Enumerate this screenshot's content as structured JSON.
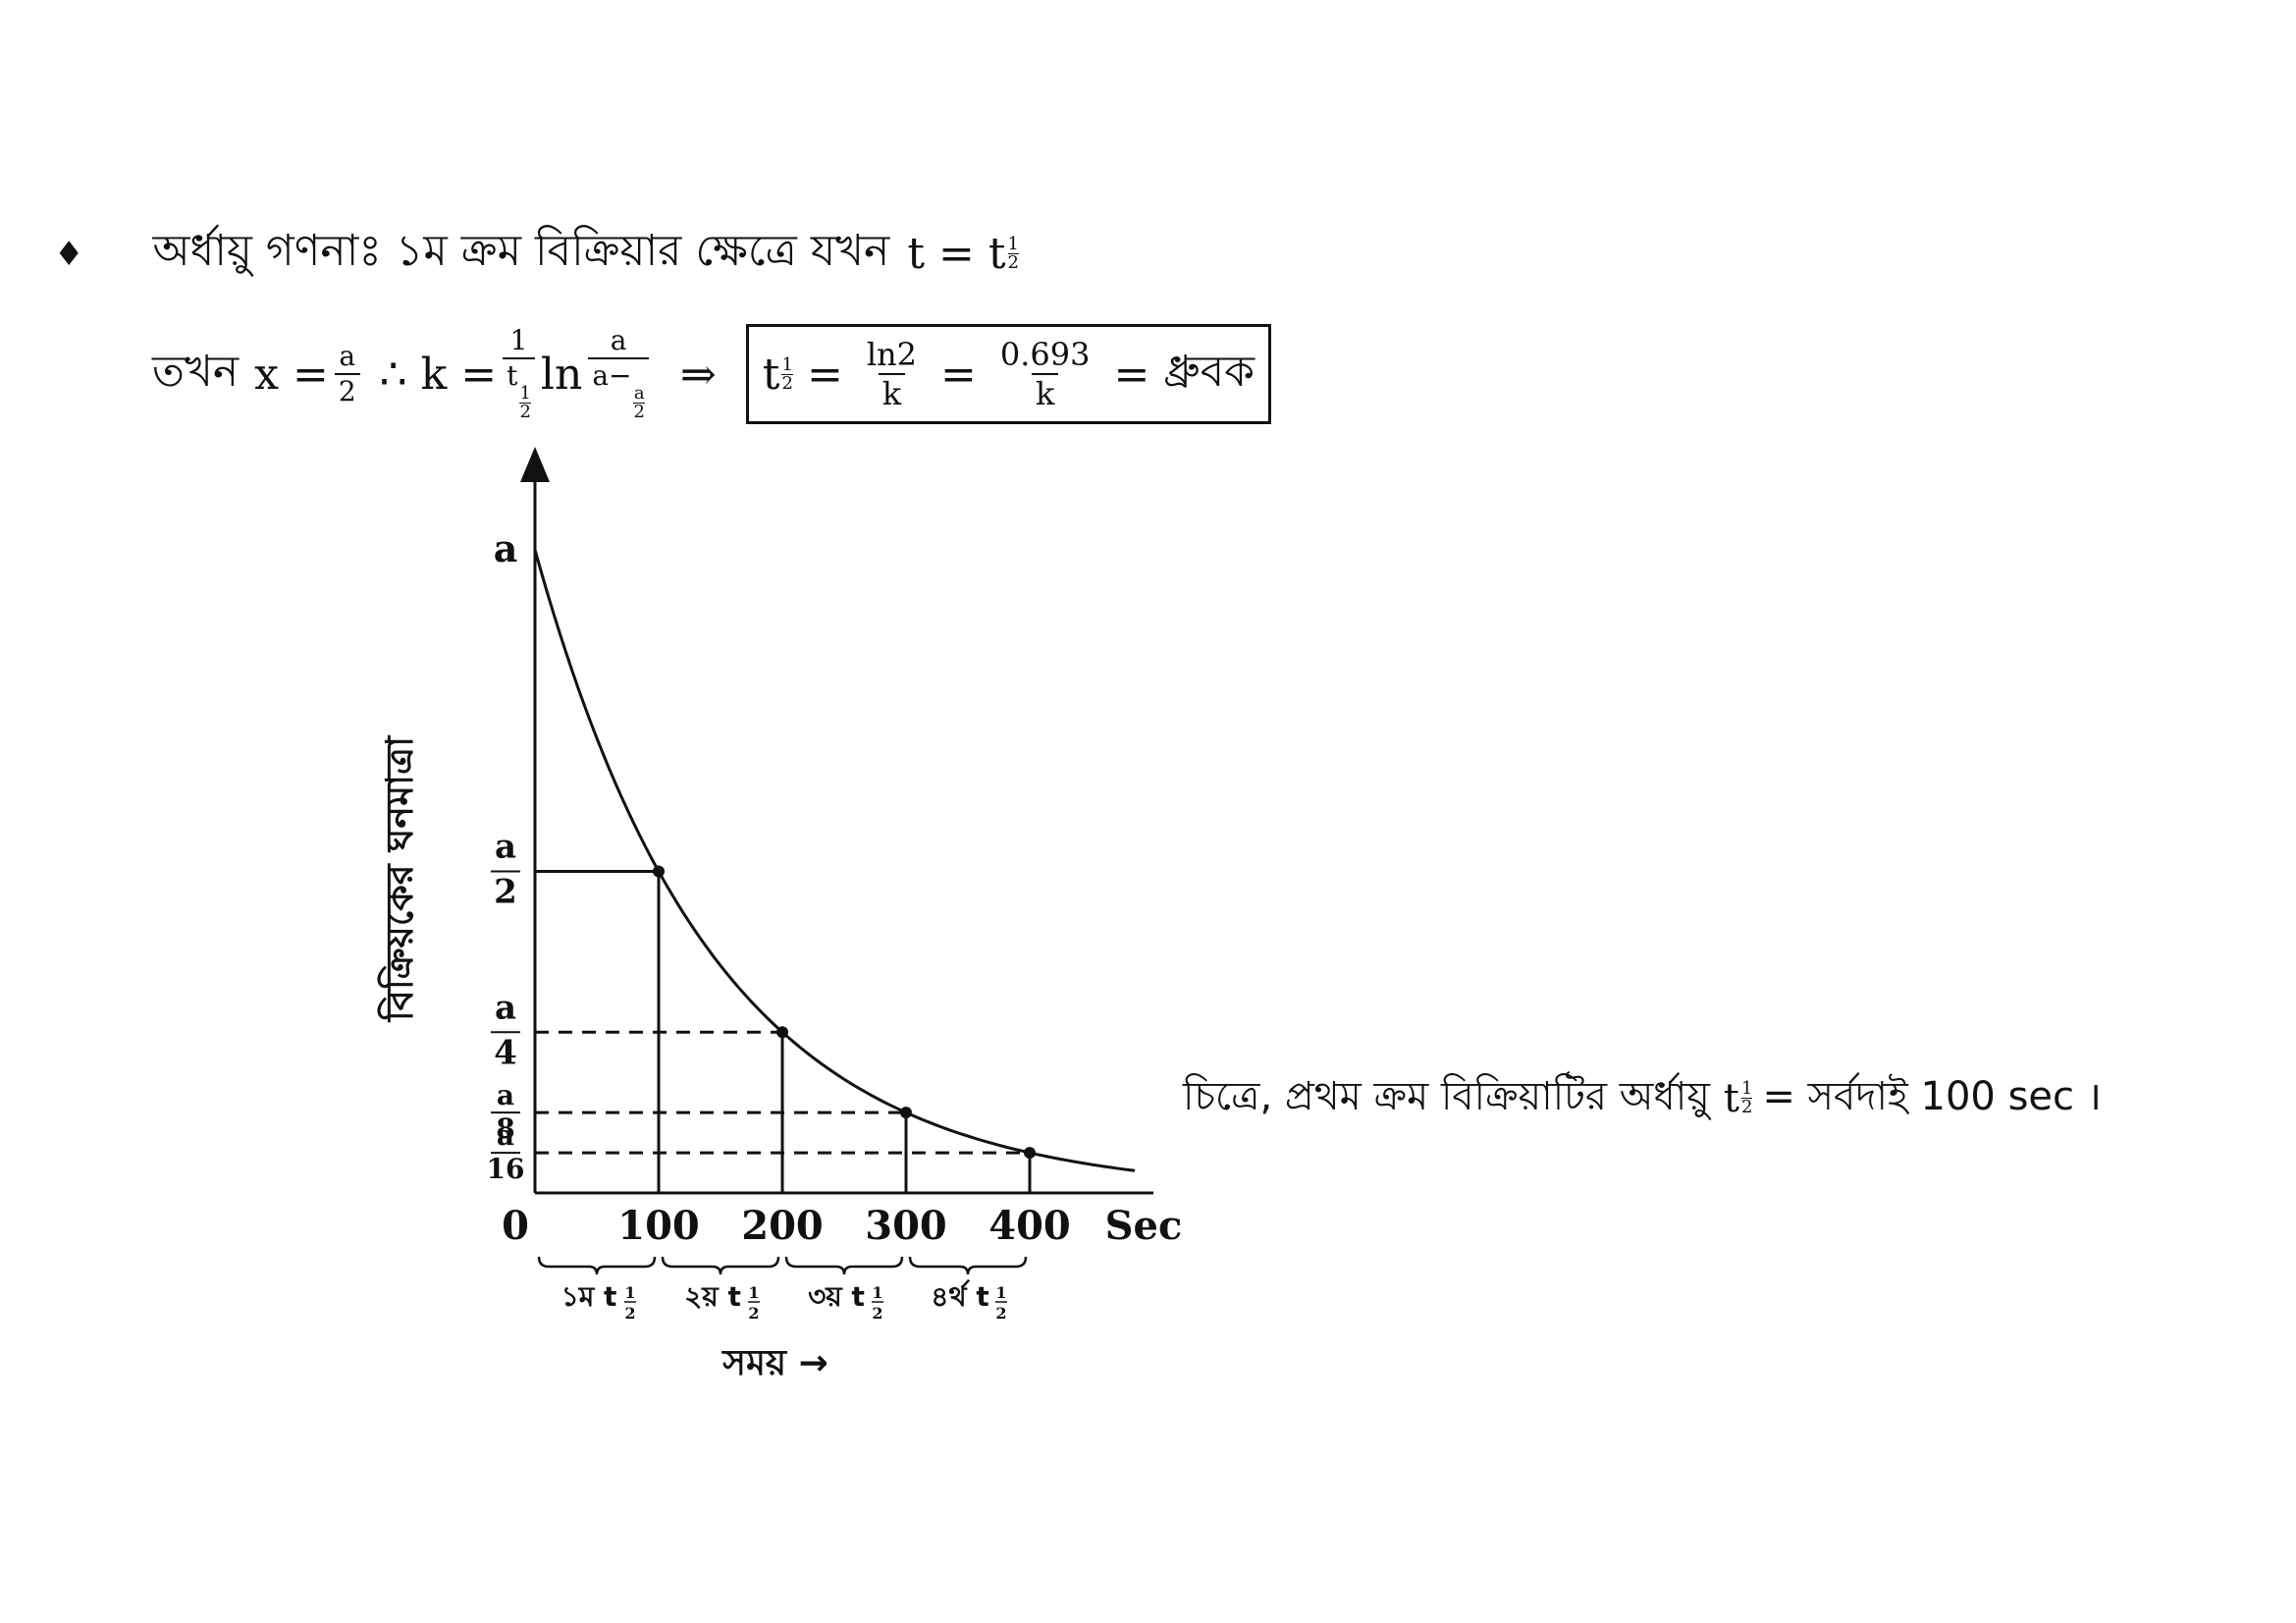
{
  "line1": {
    "bullet": "♦",
    "text": "অর্ধায়ু গণনাঃ ১ম ক্রম বিক্রিয়ার ক্ষেত্রে যখন",
    "t_eq": "t = t"
  },
  "line2": {
    "then": "তখন",
    "x_eq": "x =",
    "a": "a",
    "two": "2",
    "therefore_k": "∴ k =",
    "one": "1",
    "t": "t",
    "ln": "ln",
    "a_minus": "a−",
    "implies": "⇒"
  },
  "formula": {
    "t": "t",
    "half_num": "1",
    "half_den": "2",
    "eq": "=",
    "ln2": "ln2",
    "k": "k",
    "value": "0.693",
    "constant": "ধ্রুবক"
  },
  "chart_data": {
    "type": "line",
    "ylabel": "বিক্রিয়কের ঘনমাত্রা",
    "xlabel": "সময় →",
    "x_unit": "Sec",
    "x_ticks": [
      "0",
      "100",
      "200",
      "300",
      "400"
    ],
    "y_ticks": [
      {
        "num": "a",
        "den": ""
      },
      {
        "num": "a",
        "den": "2"
      },
      {
        "num": "a",
        "den": "4"
      },
      {
        "num": "a",
        "den": "8"
      },
      {
        "num": "a",
        "den": "16"
      }
    ],
    "xlim": [
      0,
      500
    ],
    "ylim": [
      0,
      1.1
    ],
    "curve": {
      "name": "",
      "x": [
        0,
        100,
        200,
        300,
        400,
        485
      ],
      "y": [
        1.0,
        0.5,
        0.25,
        0.125,
        0.0625,
        0.03
      ]
    },
    "marked_points": [
      {
        "x": 100,
        "y": 0.5
      },
      {
        "x": 200,
        "y": 0.25
      },
      {
        "x": 300,
        "y": 0.125
      },
      {
        "x": 400,
        "y": 0.0625
      }
    ],
    "half_life_labels": [
      "১ম t",
      "২য় t",
      "৩য় t",
      "৪র্থ t"
    ]
  },
  "caption": {
    "text": "চিত্রে, প্রথম ক্রম বিক্রিয়াটির অর্ধায়ু",
    "t": "t",
    "rest": "= সর্বদাই 100 sec ।"
  }
}
